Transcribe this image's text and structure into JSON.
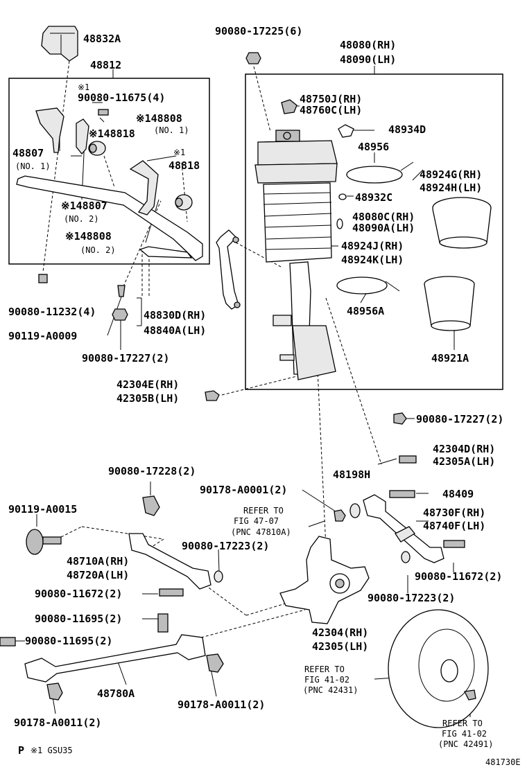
{
  "labels": {
    "p48832a": "48832A",
    "p48812": "48812",
    "p90080_17225": "90080-17225(6)",
    "p48080rh": "48080(RH)",
    "p48090lh": "48090(LH)",
    "note_x1_a": "※1",
    "p90080_11675": "90080-11675(4)",
    "p48808_no1": "※148808",
    "no1_a": "(NO. 1)",
    "p48818_a": "※148818",
    "p48807_no1": "48807",
    "no1_b": "(NO. 1)",
    "note_x1_b": "※1",
    "p48818_b": "48818",
    "p48807_no2": "※148807",
    "no2_a": "(NO. 2)",
    "p48808_no2": "※148808",
    "no2_b": "(NO. 2)",
    "p48750j": "48750J(RH)",
    "p48760c": "48760C(LH)",
    "p48934d": "48934D",
    "p48956": "48956",
    "p48924g": "48924G(RH)",
    "p48924h": "48924H(LH)",
    "p48932c": "48932C",
    "p48080c": "48080C(RH)",
    "p48090a": "48090A(LH)",
    "p48924j": "48924J(RH)",
    "p48924k": "48924K(LH)",
    "p48956a": "48956A",
    "p48921a": "48921A",
    "p90080_11232": "90080-11232(4)",
    "p48830d": "48830D(RH)",
    "p48840a": "48840A(LH)",
    "p90119_a0009": "90119-A0009",
    "p90080_17227_a": "90080-17227(2)",
    "p42304e": "42304E(RH)",
    "p42305b": "42305B(LH)",
    "p90080_17227_b": "90080-17227(2)",
    "p42304d": "42304D(RH)",
    "p42305a": "42305A(LH)",
    "p90080_17228": "90080-17228(2)",
    "p48198h": "48198H",
    "p90178_a0001": "90178-A0001(2)",
    "p48409": "48409",
    "p90119_a0015": "90119-A0015",
    "refer_fig4707_a": "REFER TO",
    "refer_fig4707_b": "FIG 47-07",
    "refer_fig4707_c": "(PNC 47810A)",
    "p48730f": "48730F(RH)",
    "p48740f": "48740F(LH)",
    "p48710a": "48710A(RH)",
    "p48720a": "48720A(LH)",
    "p90080_17223_a": "90080-17223(2)",
    "p90080_11672_a": "90080-11672(2)",
    "p90080_11672_b": "90080-11672(2)",
    "p90080_17223_b": "90080-17223(2)",
    "p90080_11695_a": "90080-11695(2)",
    "p90080_11695_b": "90080-11695(2)",
    "p42304rh": "42304(RH)",
    "p42305lh": "42305(LH)",
    "refer_fig4102_a1": "REFER TO",
    "refer_fig4102_a2": "FIG 41-02",
    "refer_fig4102_a3": "(PNC 42431)",
    "p48780a": "48780A",
    "p90178_a0011_a": "90178-A0011(2)",
    "p90178_a0011_b": "90178-A0011(2)",
    "refer_fig4102_b1": "REFER TO",
    "refer_fig4102_b2": "FIG 41-02",
    "refer_fig4102_b3": "(PNC 42491)",
    "footer_p": "P",
    "footer_note": "※1 GSU35",
    "footer_code": "481730E"
  }
}
